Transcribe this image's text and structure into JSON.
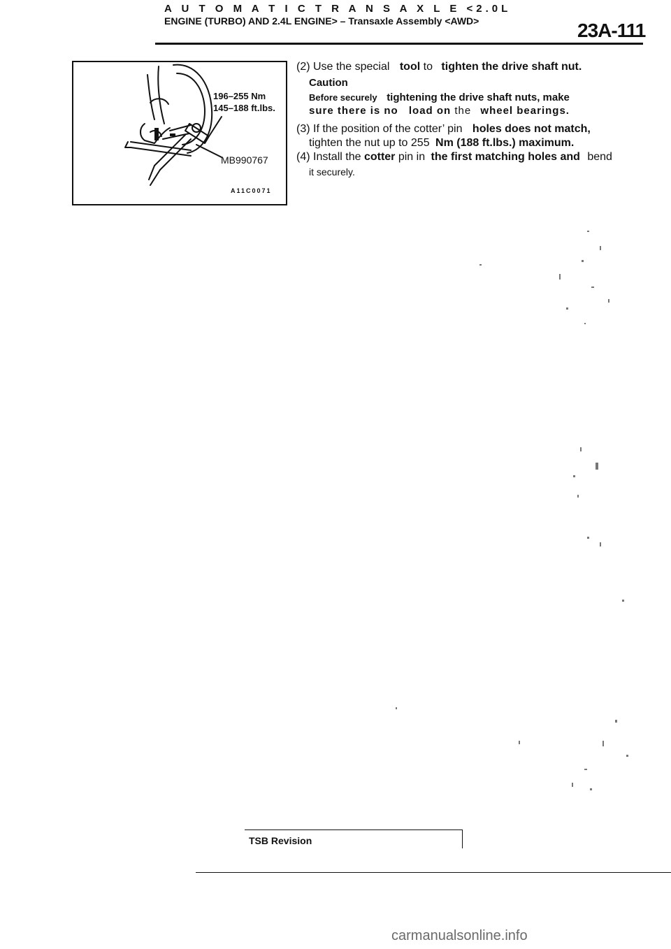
{
  "header": {
    "line1": "A U T O M A T I C   T R A N S A X L E   <2.0L",
    "line2": "ENGINE (TURBO) AND 2.4L ENGINE> – Transaxle Assembly <AWD>",
    "page_number": "23A-111"
  },
  "figure": {
    "torque_nm": "196–255 Nm",
    "torque_ftlbs": "145–188 ft.lbs.",
    "tool_number": "MB990767",
    "figure_code": "A11C0071"
  },
  "steps": {
    "step2": {
      "prefix": "(2)  Use  the  special",
      "bold1": "tool",
      "mid": "to",
      "bold2": "tighten the drive shaft nut."
    },
    "caution": {
      "title": "Caution",
      "line1_prefix": "Before  securely",
      "line1_bold": "tightening the drive shaft nuts, make",
      "line2_prefix": "sure  there  is  no",
      "line2_load": "load",
      "line2_on": "on",
      "line2_the": "the",
      "line2_bold": "wheel bearings."
    },
    "step3": {
      "line1_prefix": "(3)  If  the  position  of  the  cotter’  pin",
      "line1_bold": "holes does not match,",
      "line2_prefix": "tighten  the  nut  up  to  255",
      "line2_bold": "Nm (188 ft.lbs.) maximum."
    },
    "step4": {
      "line1_prefix": "(4)  Install  the",
      "line1_cotter": "cotter",
      "line1_mid": "pin in",
      "line1_bold": "the first matching holes and",
      "line1_end": "bend",
      "line2": "it securely."
    }
  },
  "footer": {
    "tsb_label": "TSB  Revision",
    "watermark": "carmanualsonline.info"
  }
}
